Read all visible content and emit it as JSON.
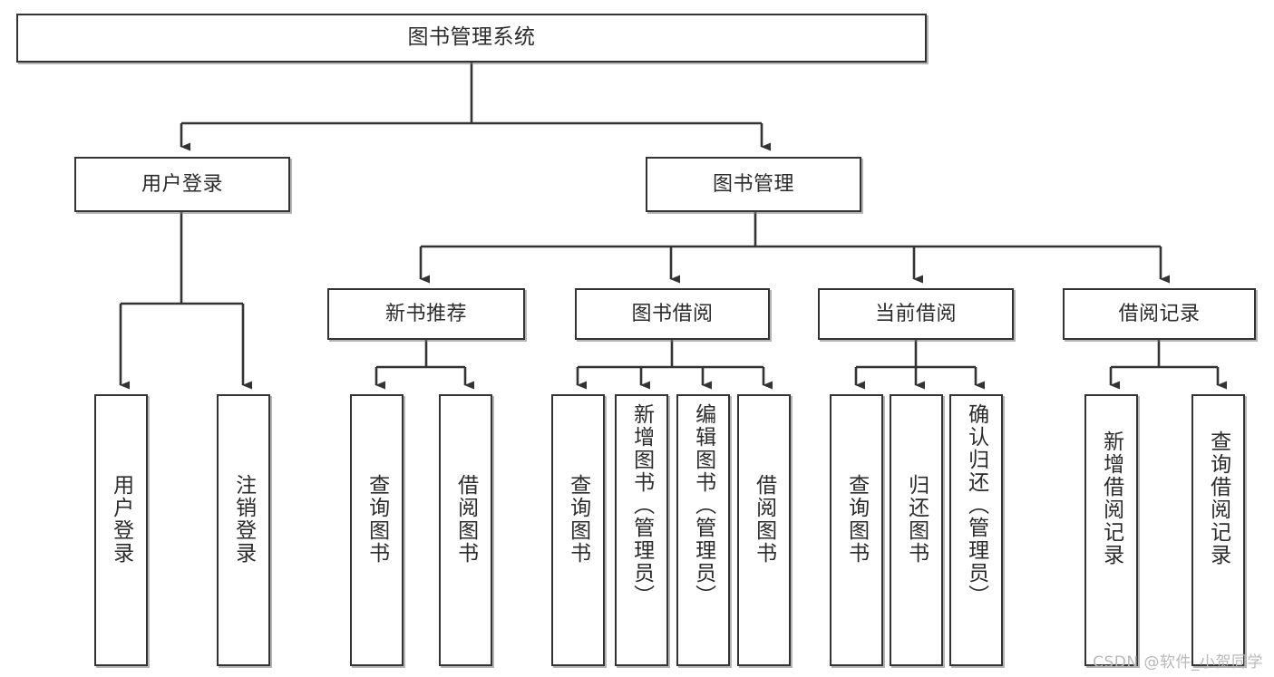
{
  "diagram": {
    "title": "图书管理系统",
    "type": "tree-hierarchy",
    "stroke_color": "#333333",
    "background_color": "#ffffff",
    "text_color": "#2b2b2b"
  },
  "root": {
    "label": "图书管理系统"
  },
  "level2": [
    {
      "label": "用户登录"
    },
    {
      "label": "图书管理"
    }
  ],
  "level3": [
    {
      "label": "新书推荐"
    },
    {
      "label": "图书借阅"
    },
    {
      "label": "当前借阅"
    },
    {
      "label": "借阅记录"
    }
  ],
  "leaves": {
    "user_login": [
      {
        "label": "用户登录"
      },
      {
        "label": "注销登录"
      }
    ],
    "new_book_recommend": [
      {
        "label": "查询图书"
      },
      {
        "label": "借阅图书"
      }
    ],
    "book_borrow": [
      {
        "label": "查询图书"
      },
      {
        "label": "新增图书（管理员）"
      },
      {
        "label": "编辑图书（管理员）"
      },
      {
        "label": "借阅图书"
      }
    ],
    "current_borrow": [
      {
        "label": "查询图书"
      },
      {
        "label": "归还图书"
      },
      {
        "label": "确认归还（管理员）"
      }
    ],
    "borrow_record": [
      {
        "label": "新增借阅记录"
      },
      {
        "label": "查询借阅记录"
      }
    ]
  },
  "watermark": {
    "text": "CSDN @软件_小贺同学"
  }
}
